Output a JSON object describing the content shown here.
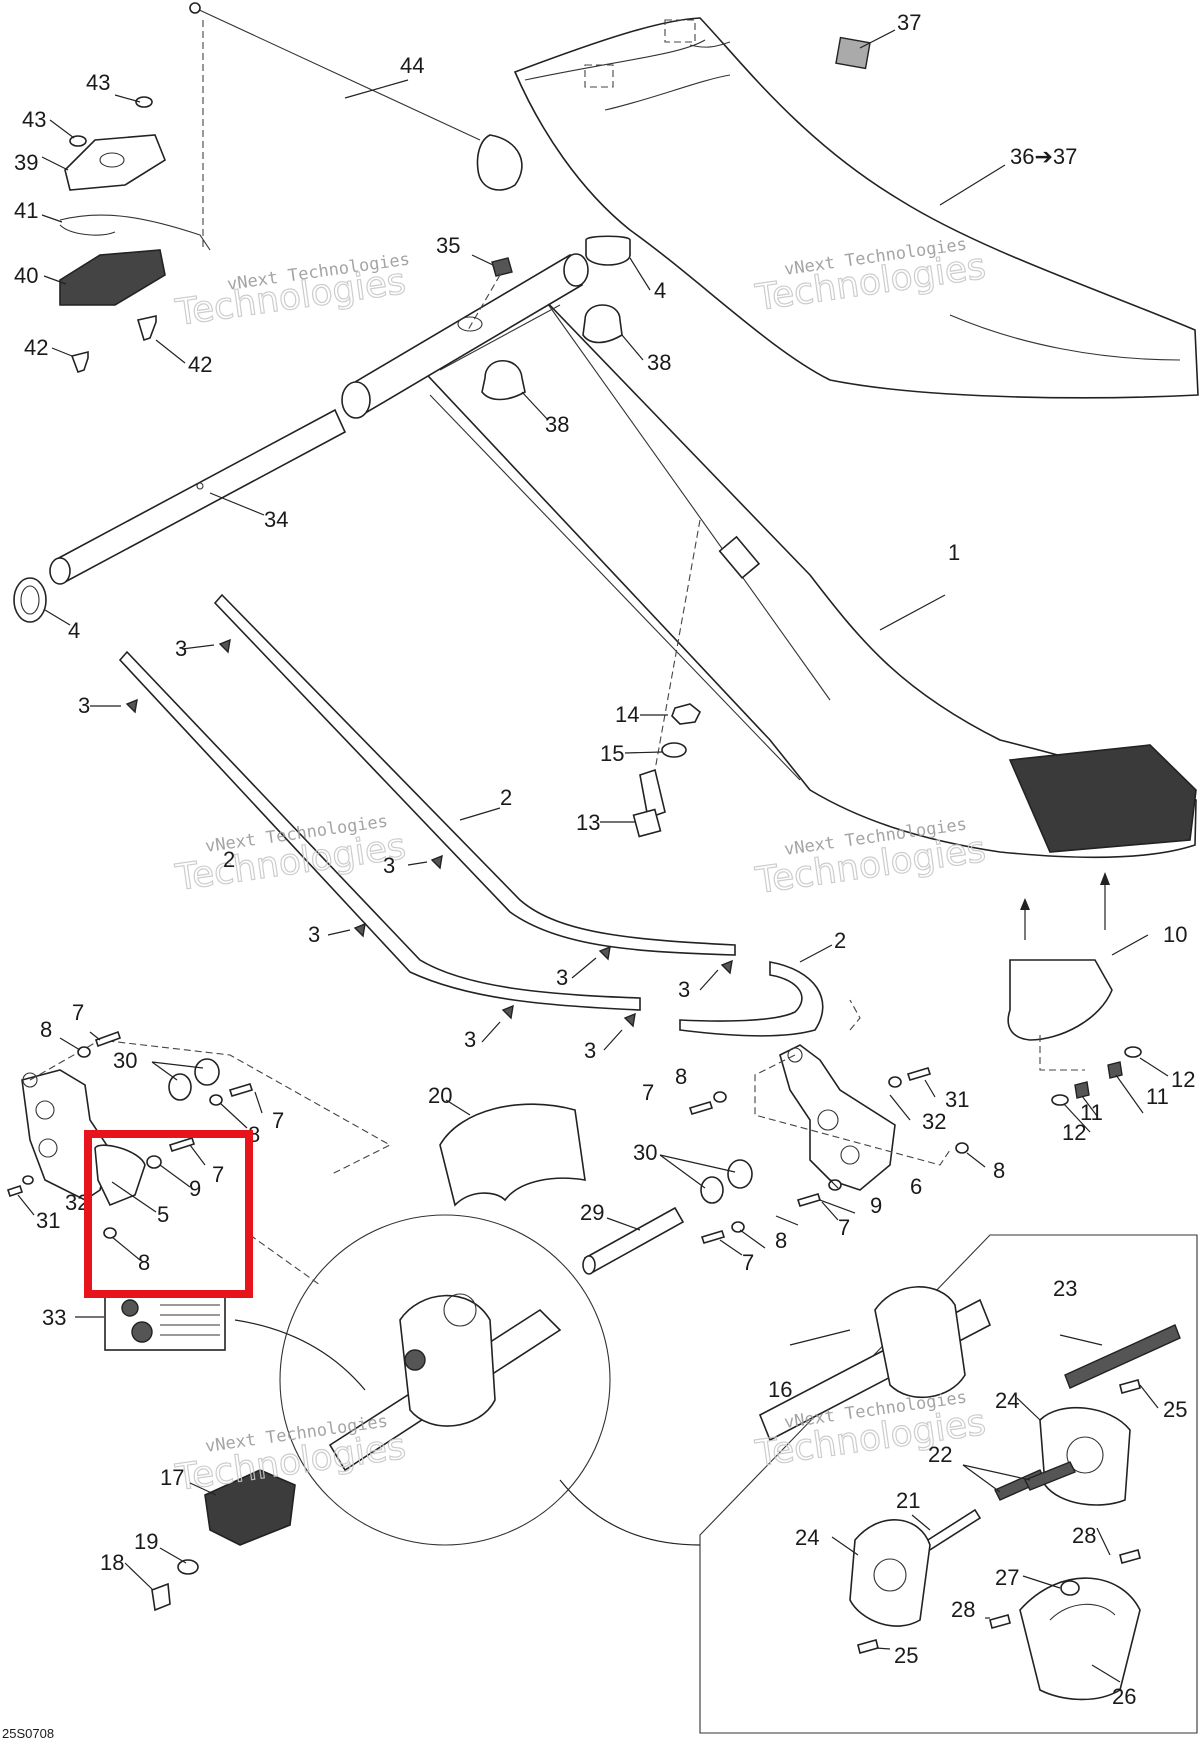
{
  "diagram": {
    "drawing_code": "25S0708",
    "watermark": {
      "line1": "vNext Technologies",
      "line2": "Technologies"
    },
    "highlight": {
      "color": "#e8141c",
      "contains": [
        "5",
        "7",
        "8",
        "9"
      ]
    },
    "callouts": [
      "1",
      "2",
      "2",
      "2",
      "3",
      "3",
      "3",
      "3",
      "3",
      "3",
      "3",
      "3",
      "4",
      "4",
      "5",
      "6",
      "7",
      "7",
      "7",
      "7",
      "7",
      "7",
      "8",
      "8",
      "8",
      "8",
      "8",
      "8",
      "9",
      "9",
      "10",
      "11",
      "11",
      "12",
      "12",
      "13",
      "14",
      "15",
      "16",
      "17",
      "18",
      "19",
      "20",
      "21",
      "22",
      "23",
      "24",
      "24",
      "25",
      "25",
      "26",
      "27",
      "28",
      "28",
      "29",
      "30",
      "30",
      "31",
      "31",
      "32",
      "32",
      "33",
      "34",
      "35",
      "36➔37",
      "37",
      "38",
      "38",
      "39",
      "40",
      "41",
      "42",
      "42",
      "43",
      "43",
      "44"
    ]
  }
}
